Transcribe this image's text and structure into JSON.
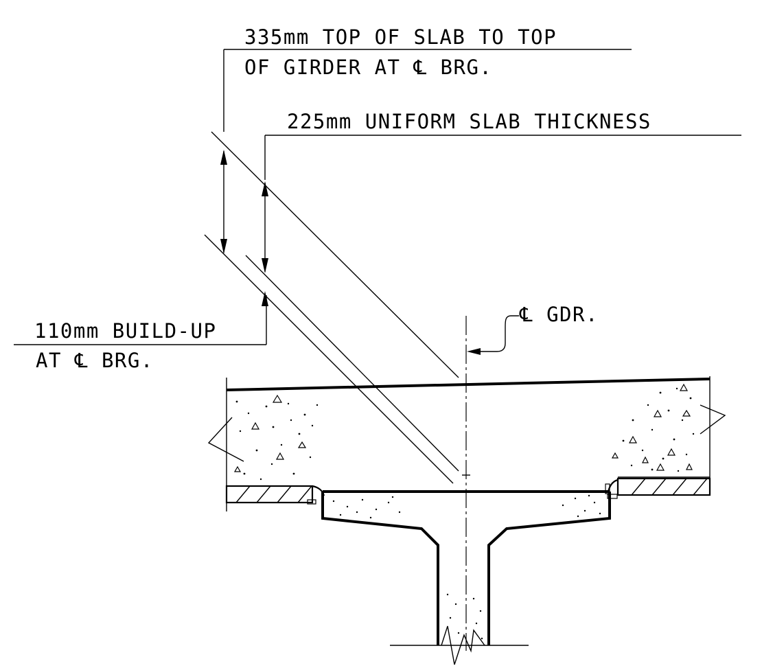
{
  "notes": {
    "total_depth_line1": "335mm TOP OF SLAB TO TOP",
    "total_depth_line2": "OF GIRDER AT ℄ BRG.",
    "slab_thickness": "225mm UNIFORM SLAB THICKNESS",
    "buildup_line1": "110mm BUILD-UP",
    "buildup_line2": "AT ℄ BRG.",
    "girder_centerline": "℄ GDR."
  },
  "colors": {
    "ink": "#000000",
    "paper": "#ffffff"
  }
}
